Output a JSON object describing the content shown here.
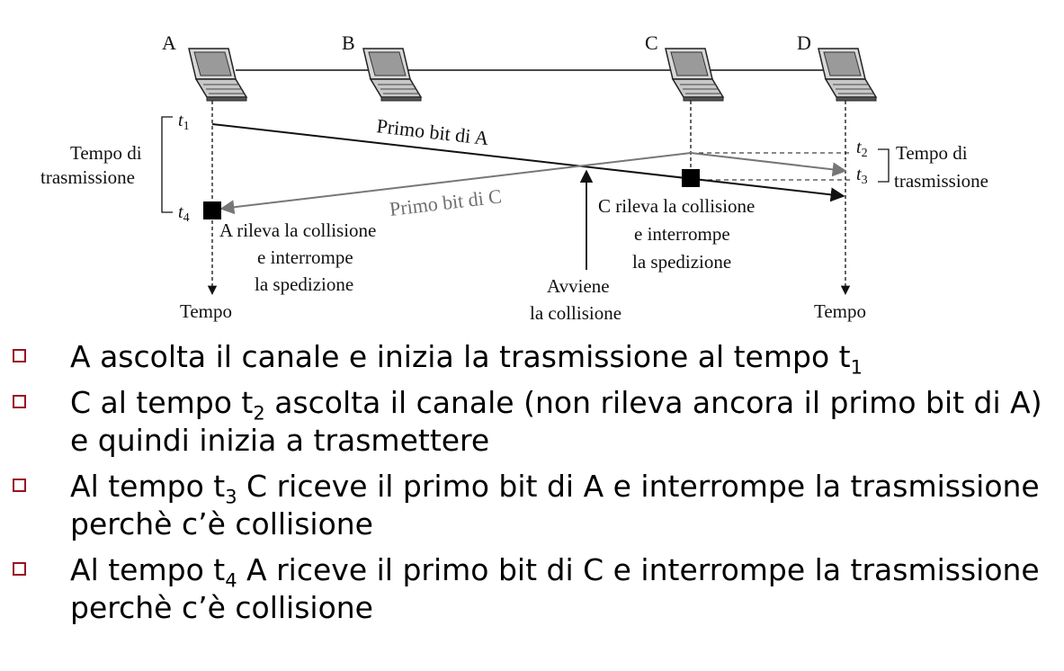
{
  "nodes": [
    {
      "id": "A",
      "label": "A"
    },
    {
      "id": "B",
      "label": "B"
    },
    {
      "id": "C",
      "label": "C"
    },
    {
      "id": "D",
      "label": "D"
    }
  ],
  "time_marks": {
    "t1": "t",
    "t1_sub": "1",
    "t2": "t",
    "t2_sub": "2",
    "t3": "t",
    "t3_sub": "3",
    "t4": "t",
    "t4_sub": "4"
  },
  "labels": {
    "tempo_di_left_1": "Tempo di",
    "tempo_di_left_2": "trasmissione",
    "tempo_di_right_1": "Tempo di",
    "tempo_di_right_2": "trasmissione",
    "primo_bit_a": "Primo bit di A",
    "primo_bit_c": "Primo bit di C",
    "a_rileva_1": "A rileva la collisione",
    "a_rileva_2": "e interrompe",
    "a_rileva_3": "la spedizione",
    "c_rileva_1": "C rileva la collisione",
    "c_rileva_2": "e interrompe",
    "c_rileva_3": "la spedizione",
    "avviene_1": "Avviene",
    "avviene_2": "la collisione",
    "tempo_left": "Tempo",
    "tempo_right": "Tempo"
  },
  "bullets": [
    {
      "pre": "A ascolta il canale e inizia la trasmissione al tempo t",
      "sub": "1",
      "post": ""
    },
    {
      "pre": "C al tempo t",
      "sub": "2",
      "post": " ascolta il canale (non rileva ancora il primo bit di A) e quindi inizia a trasmettere"
    },
    {
      "pre": "Al tempo t",
      "sub": "3",
      "post": " C riceve il primo bit di A e interrompe la trasmissione perchè c’è collisione"
    },
    {
      "pre": "Al tempo t",
      "sub": "4",
      "post": " A riceve il primo bit di C e interrompe la trasmissione perchè c’è collisione"
    }
  ]
}
